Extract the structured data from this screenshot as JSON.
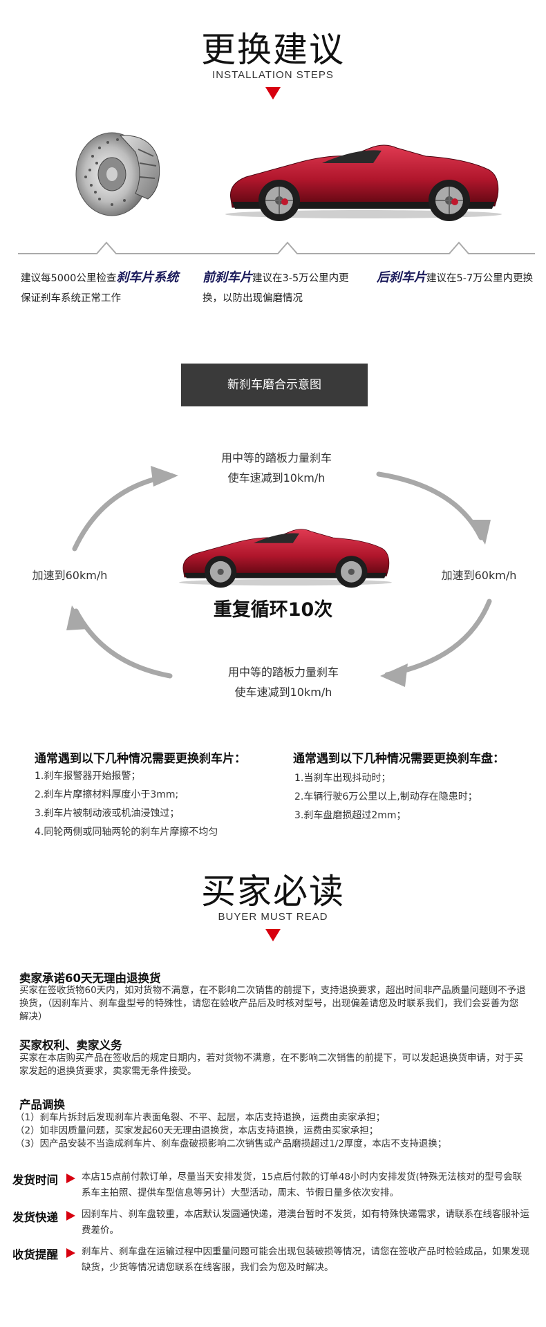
{
  "install": {
    "title": "更换建议",
    "subtitle": "INSTALLATION STEPS",
    "steps": [
      {
        "pre": "建议每5000公里检查",
        "em": "刹车片系统",
        "post": "保证刹车系统正常工作"
      },
      {
        "pre": "",
        "em": "前刹车片",
        "post": "建议在3-5万公里内更换，以防出现偏磨情况"
      },
      {
        "pre": "",
        "em": "后刹车片",
        "post": "建议在5-7万公里内更换"
      }
    ]
  },
  "wear": {
    "banner": "新刹车磨合示意图",
    "top_label_1": "用中等的踏板力量刹车",
    "top_label_2": "使车速减到10km/h",
    "left_label": "加速到60km/h",
    "right_label": "加速到60km/h",
    "bottom_label_1": "用中等的踏板力量刹车",
    "bottom_label_2": "使车速减到10km/h",
    "main": "重复循环10次"
  },
  "conditions": {
    "pads_title": "通常遇到以下几种情况需要更换刹车片：",
    "pads": [
      "1.刹车报警器开始报警；",
      "2.刹车片摩擦材料厚度小于3mm;",
      "3.刹车片被制动液或机油浸蚀过；",
      "4.同轮两侧或同轴两轮的刹车片摩擦不均匀"
    ],
    "discs_title": "通常遇到以下几种情况需要更换刹车盘：",
    "discs": [
      "1.当刹车出现抖动时；",
      "2.车辆行驶6万公里以上,制动存在隐患时；",
      "3.刹车盘磨损超过2mm；"
    ]
  },
  "buyer": {
    "title": "买家必读",
    "subtitle": "BUYER MUST READ",
    "promise_title": "卖家承诺60天无理由退换货",
    "promise_body": "买家在签收货物60天内，如对货物不满意，在不影响二次销售的前提下，支持退换要求，超出时间非产品质量问题则不予退换货，（因刹车片、刹车盘型号的特殊性，请您在验收产品后及时核对型号，出现偏差请您及时联系我们，我们会妥善为您解决）",
    "rights_title": "买家权利、卖家义务",
    "rights_body": "买家在本店购买产品在签收后的规定日期内，若对货物不满意，在不影响二次销售的前提下，可以发起退换货申请，对于买家发起的退换货要求，卖家需无条件接受。",
    "exchange_title": "产品调换",
    "exchange_items": [
      "（1）刹车片拆封后发现刹车片表面龟裂、不平、起层，本店支持退换，运费由卖家承担；",
      "（2）如非因质量问题，买家发起60天无理由退换货，本店支持退换，运费由买家承担；",
      "（3）因产品安装不当造成刹车片、刹车盘破损影响二次销售或产品磨损超过1/2厚度，本店不支持退换；"
    ]
  },
  "shipping": [
    {
      "label": "发货时间",
      "body": "本店15点前付款订单，尽量当天安排发货，15点后付款的订单48小时内安排发货(特殊无法核对的型号会联系车主拍照、提供车型信息等另计）大型活动，周末、节假日量多依次安排。"
    },
    {
      "label": "发货快递",
      "body": "因刹车片、刹车盘较重，本店默认发圆通快递，港澳台暂时不发货，如有特殊快递需求，请联系在线客服补运费差价。"
    },
    {
      "label": "收货提醒",
      "body": "刹车片、刹车盘在运输过程中因重量问题可能会出现包装破损等情况，请您在签收产品时检验成品，如果发现缺货，少货等情况请您联系在线客服，我们会为您及时解决。"
    }
  ],
  "colors": {
    "accent": "#d7000f",
    "banner": "#3a3a3a",
    "car": "#b0162c"
  }
}
